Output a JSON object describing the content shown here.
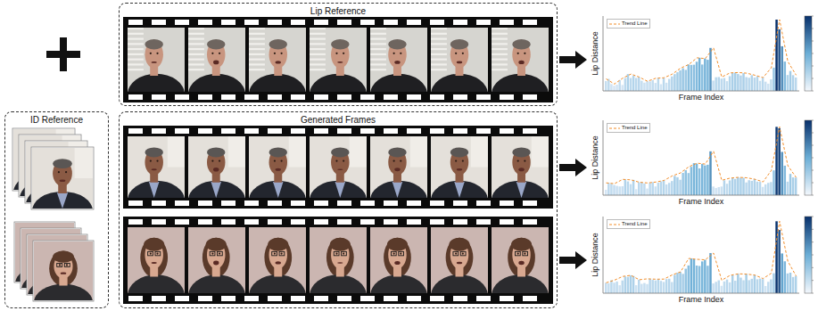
{
  "diagram": {
    "nodes": [
      {
        "text": [
          "ID Reference"
        ]
      },
      {
        "text": [
          "Lip Reference"
        ]
      },
      {
        "text": [
          "Generated Frames"
        ]
      },
      {
        "text": [
          "Lip Distance",
          "Frame Index"
        ]
      },
      {
        "text": [
          "Lip Distance",
          "Frame Index"
        ]
      },
      {
        "text": [
          "Lip Distance",
          "Frame Index"
        ]
      }
    ],
    "edges": [
      {
        "from": 1,
        "to": 3,
        "arrow": "to"
      },
      {
        "from": 2,
        "to": 4,
        "arrow": "to"
      },
      {
        "from": 2,
        "to": 5,
        "arrow": "to"
      }
    ],
    "legend": [
      {
        "text": "Trend Line"
      },
      {
        "text": "Trend Line"
      },
      {
        "text": "Trend Line"
      }
    ]
  }
}
